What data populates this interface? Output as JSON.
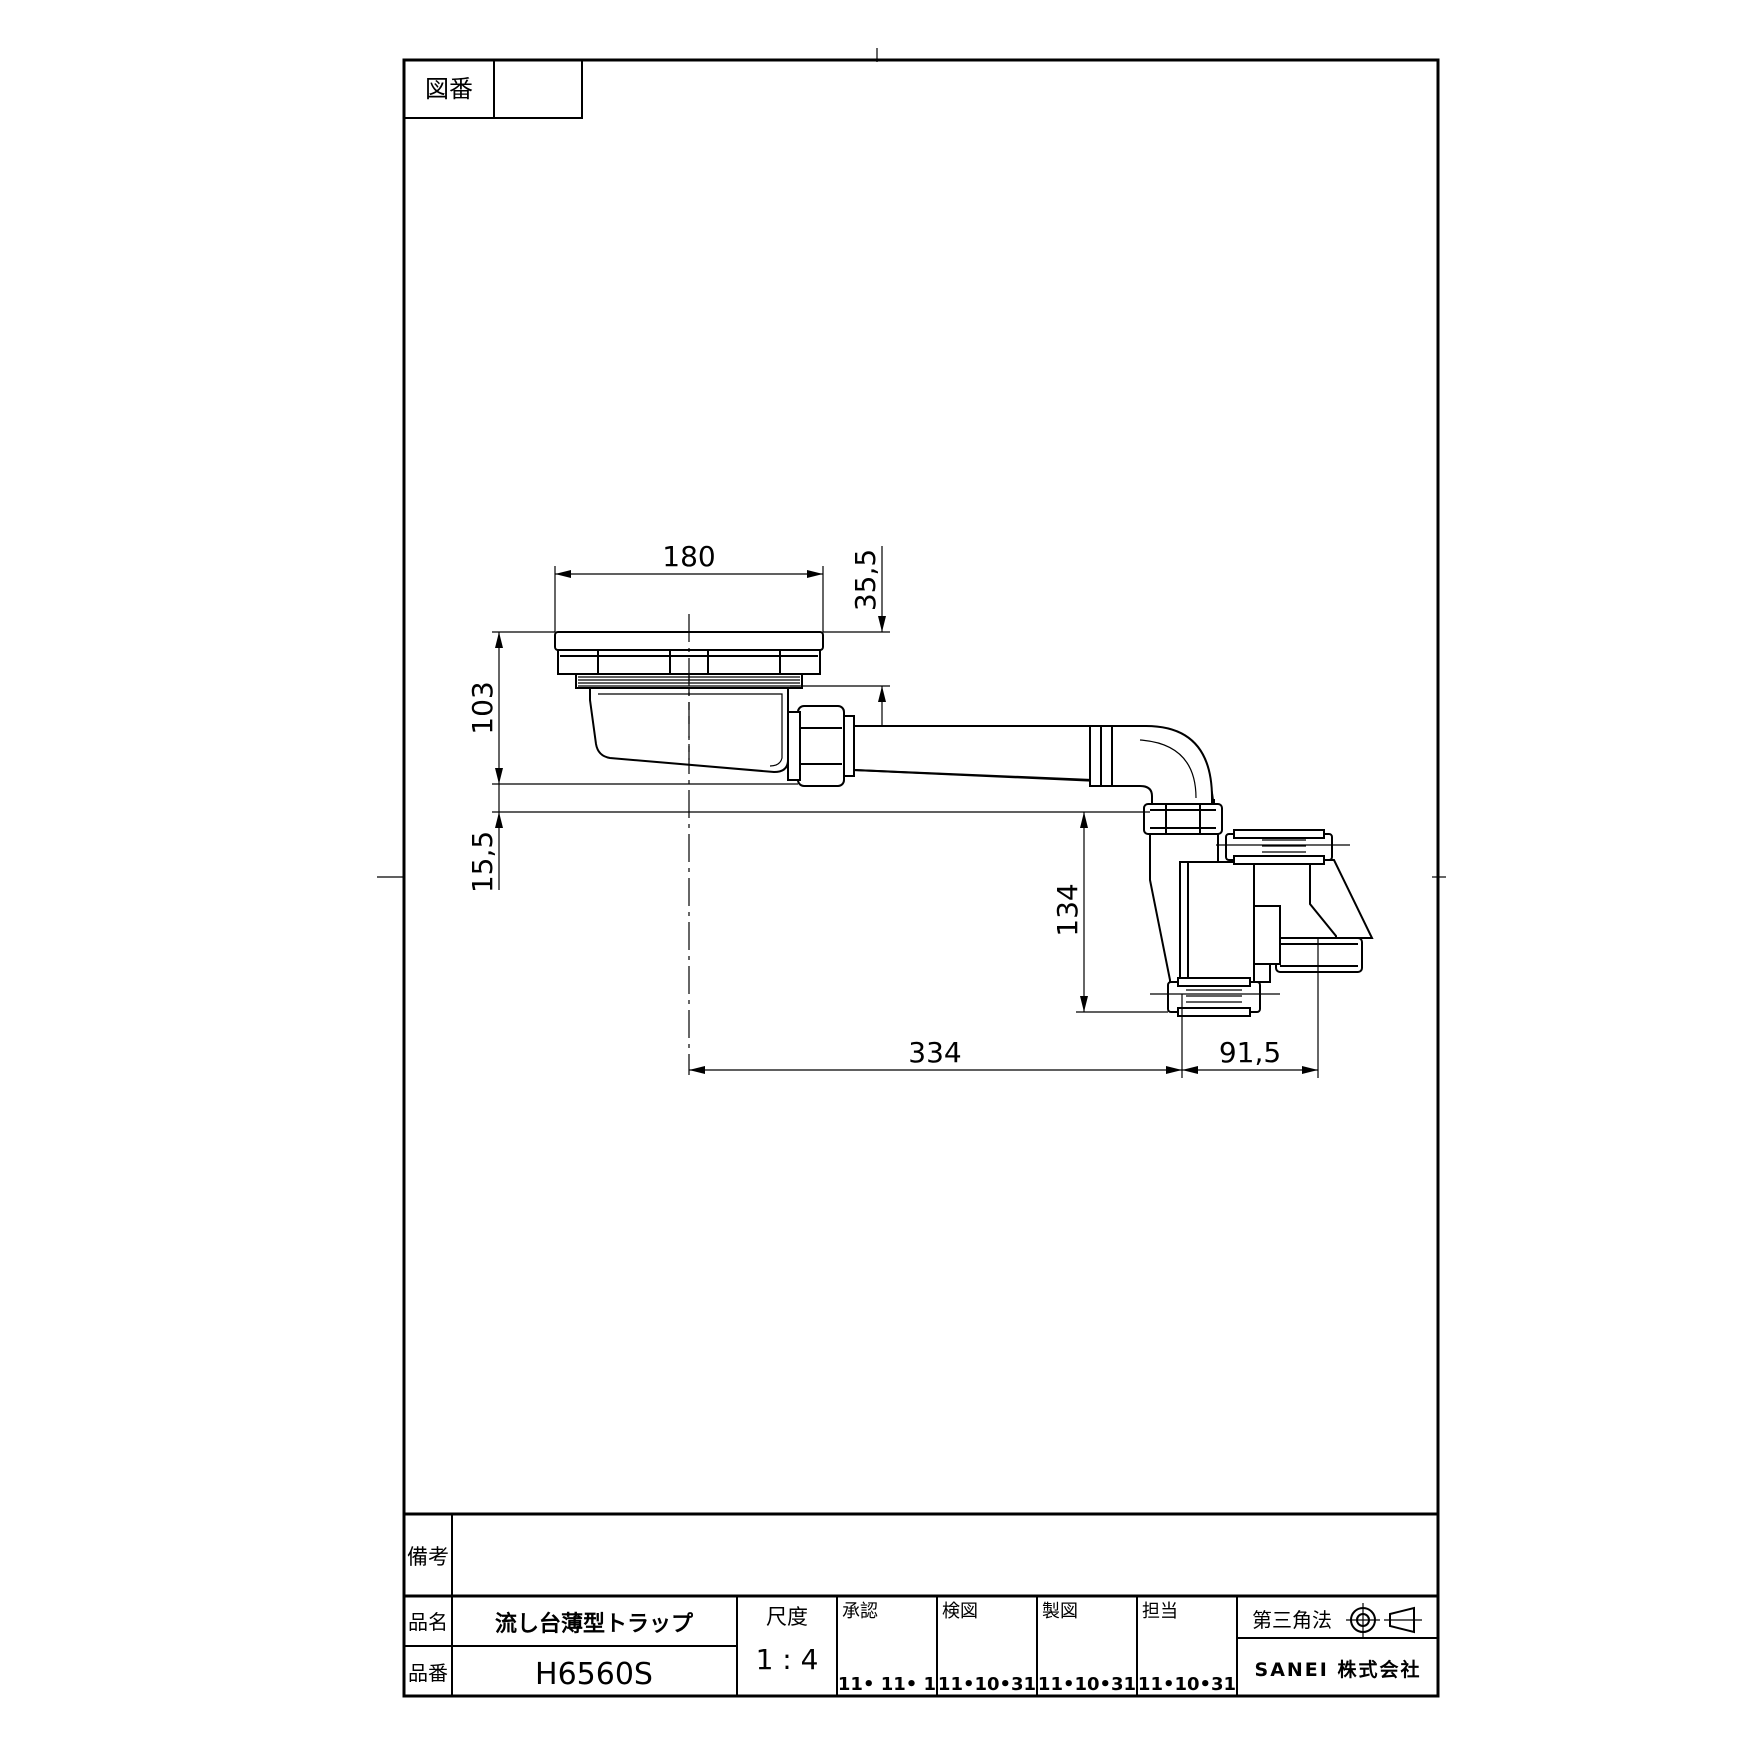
{
  "drawing_number": {
    "label": "図番",
    "value": ""
  },
  "dimensions": {
    "top_width": "180",
    "flange_height": "35,5",
    "body_height": "103",
    "outlet_offset": "15,5",
    "trap_height": "134",
    "horizontal_run": "334",
    "outlet_extent": "91,5"
  },
  "title_block": {
    "remarks_label": "備考",
    "remarks_value": "",
    "product_name_label": "品名",
    "product_name": "流し台薄型トラップ",
    "product_number_label": "品番",
    "product_number": "H6560S",
    "scale_label": "尺度",
    "scale_value": "1 : 4",
    "approved_label": "承認",
    "approved_date": "11• 11•  1",
    "checked_label": "検図",
    "checked_date": "11•10•31",
    "drawn_label": "製図",
    "drawn_date": "11•10•31",
    "charge_label": "担当",
    "charge_date": "11•10•31",
    "projection_label": "第三角法",
    "company": "SANEI 株式会社"
  }
}
